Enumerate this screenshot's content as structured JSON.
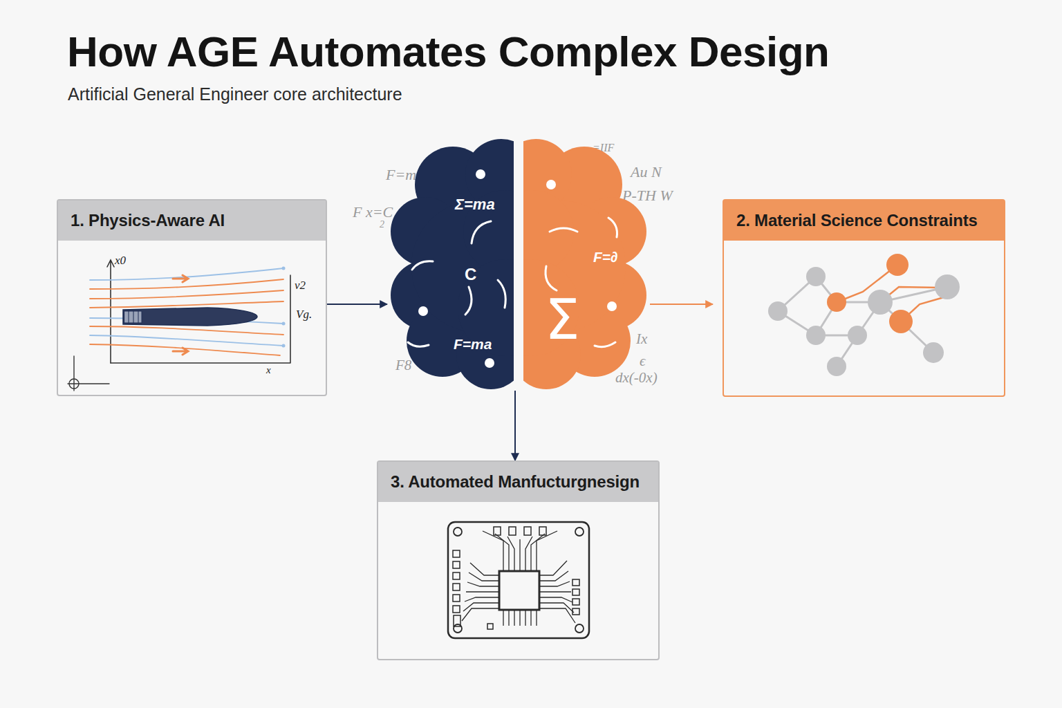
{
  "diagram": {
    "title": "How AGE Automates Complex Design",
    "caption": "Artificial General Engineer core architecture",
    "nodes": [
      {
        "text": [
          "1. Physics-Aware AI"
        ]
      },
      {
        "text": [
          "Σ=ma",
          "C",
          "F=ma",
          "F=∂",
          "Σ"
        ]
      },
      {
        "text": [
          "2. Material Science Constraints"
        ]
      },
      {
        "text": [
          "3. Automated Manfucturgnesign"
        ]
      }
    ],
    "edges": [
      {
        "from": 0,
        "to": 1,
        "arrow": "to"
      },
      {
        "from": 1,
        "to": 2,
        "arrow": "to"
      },
      {
        "from": 1,
        "to": 3,
        "arrow": "to"
      }
    ],
    "labels": [
      "x0",
      "v2",
      "Vg.",
      "x",
      "F=ma",
      "F x=C",
      "2",
      "F8",
      "=IIF",
      "Au N",
      "P-TH W",
      "Ix",
      "ϵ",
      "dx(-0x)"
    ]
  }
}
